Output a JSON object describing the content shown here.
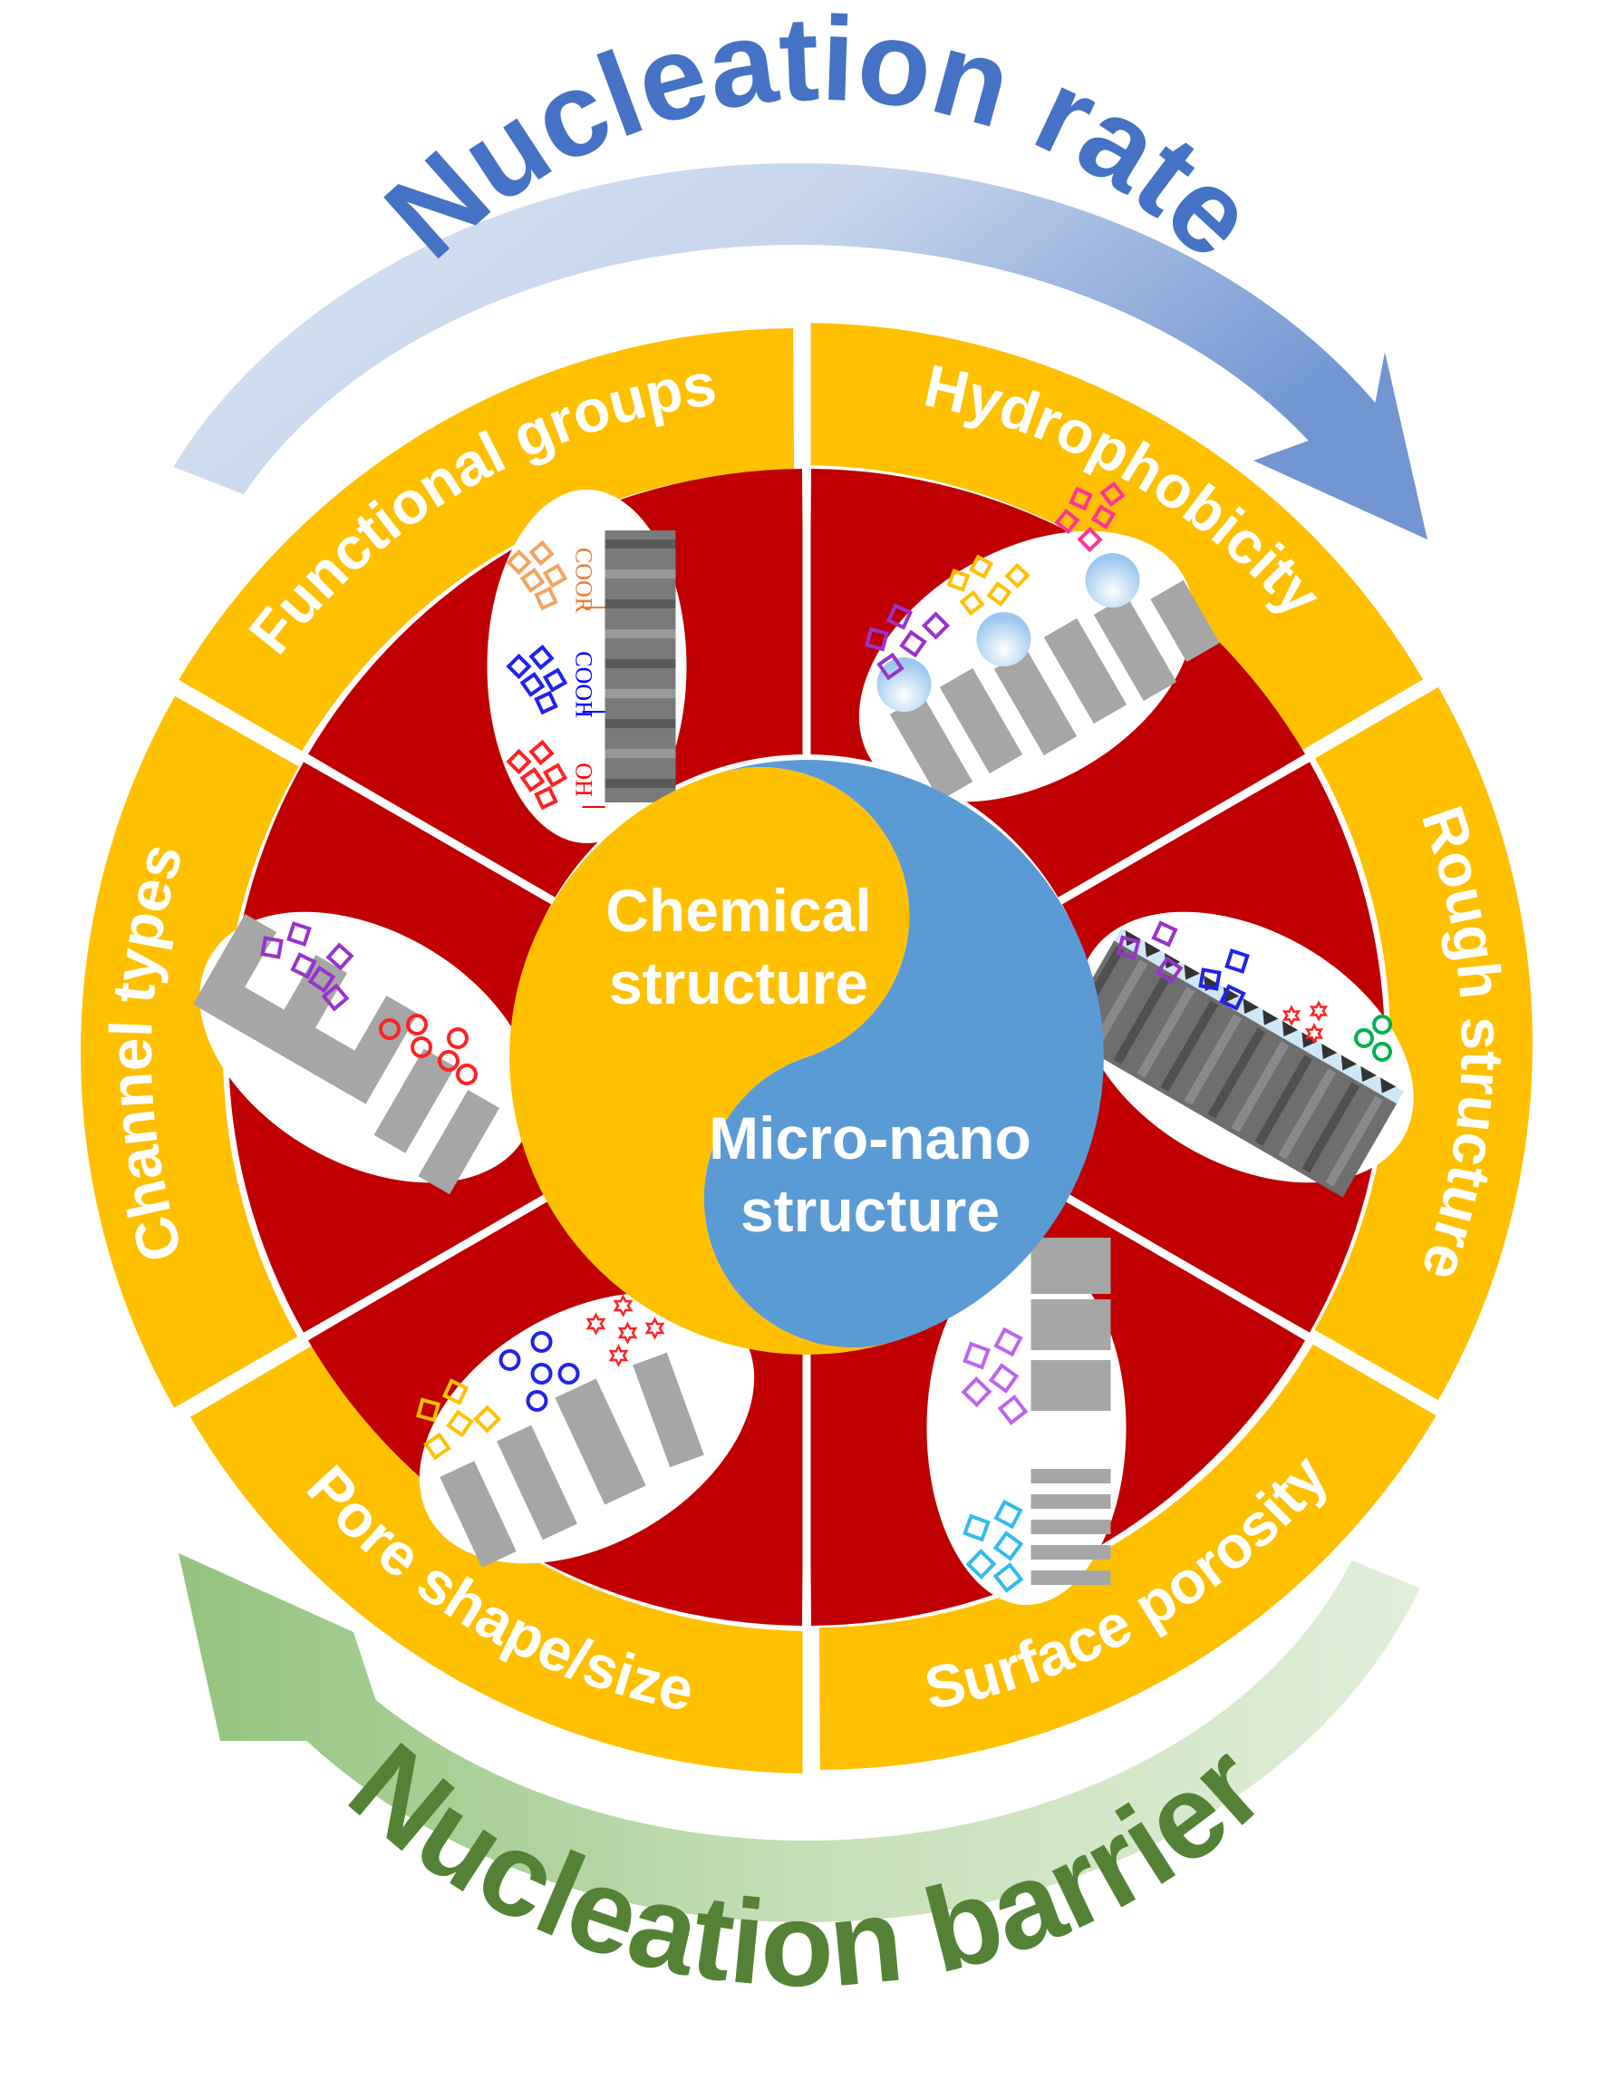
{
  "titles": {
    "top": "Nucleation rate",
    "bottom": "Nucleation barrier"
  },
  "colors": {
    "outer_ring": "#ffc000",
    "inner_ring": "#c00000",
    "core_left": "#ffc000",
    "core_right": "#5b9bd5",
    "top_arrow": "#4472c4",
    "bottom_arrow": "#70ad47",
    "top_title": "#4472c4",
    "bottom_title": "#548235",
    "pillar": "#a6a6a6"
  },
  "core": {
    "chemical": [
      "Chemical",
      "structure"
    ],
    "micro": [
      "Micro-nano",
      "structure"
    ]
  },
  "segments": [
    {
      "id": "hydrophobicity",
      "label": "Hydrophobicity",
      "group": "chemical"
    },
    {
      "id": "rough-structure",
      "label": "Rough structure",
      "group": "micro"
    },
    {
      "id": "surface-porosity",
      "label": "Surface porosity",
      "group": "micro"
    },
    {
      "id": "pore-shape-size",
      "label": "Pore shape/size",
      "group": "micro"
    },
    {
      "id": "channel-types",
      "label": "Channel types",
      "group": "micro"
    },
    {
      "id": "functional-groups",
      "label": "Functional groups",
      "group": "chemical"
    }
  ],
  "functional_group_labels": [
    {
      "text": "COOR",
      "color": "#ed7d31"
    },
    {
      "text": "COOH",
      "color": "#0000ff"
    },
    {
      "text": "OH",
      "color": "#ff0000"
    }
  ],
  "particle_colors": {
    "purple": "#9933cc",
    "pink": "#ff3399",
    "yellow": "#ffc000",
    "blue": "#2222ee",
    "red": "#ff2222",
    "green": "#00b050",
    "orange": "#f4a460",
    "cyan": "#33bbee",
    "lilac": "#bb66ee"
  }
}
